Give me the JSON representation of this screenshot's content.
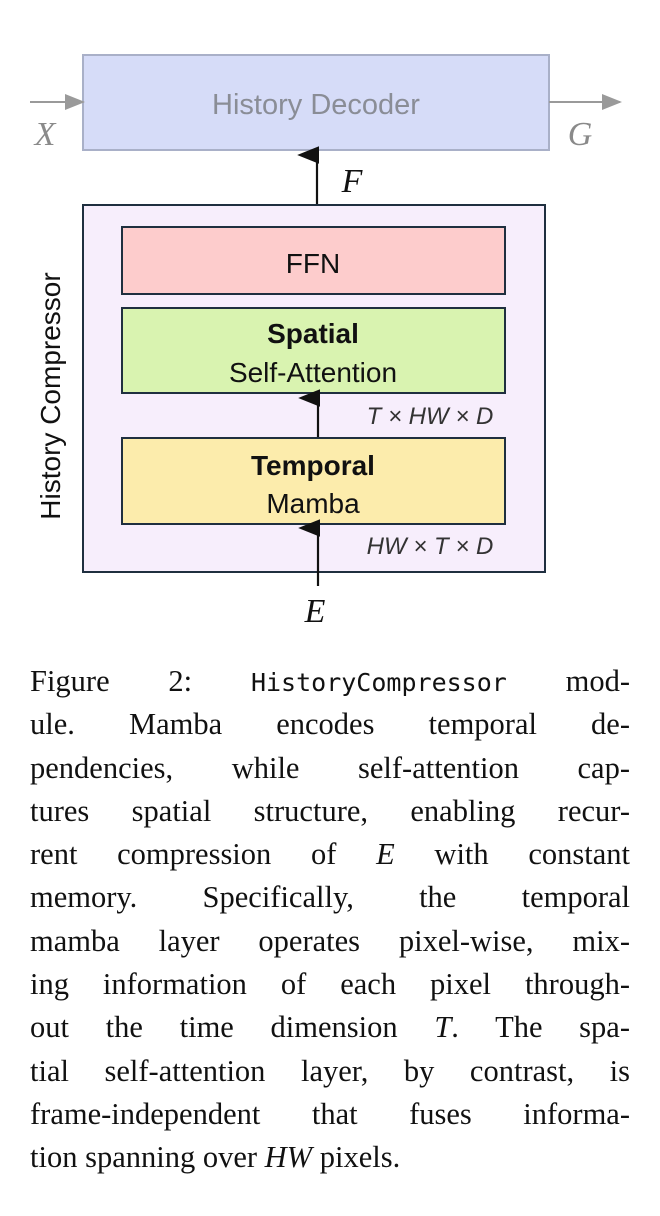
{
  "decoder": {
    "label": "History Decoder",
    "input": "X",
    "output": "G",
    "fill": "#d6dcf8",
    "stroke": "#a9b0c8",
    "text_color": "#8a8d96"
  },
  "compressor": {
    "label": "History Compressor",
    "fill": "#f7eefc",
    "stroke": "#1f2f3f",
    "output": "F",
    "input": "E",
    "ffn": {
      "label": "FFN",
      "fill": "#fdcccc"
    },
    "spatial": {
      "title": "Spatial",
      "subtitle": "Self-Attention",
      "fill": "#d9f3b0",
      "dims": "T × HW × D"
    },
    "temporal": {
      "title": "Temporal",
      "subtitle": "Mamba",
      "fill": "#fcecac",
      "dims": "HW × T × D"
    }
  },
  "caption": {
    "lines": [
      [
        "Figure 2: ",
        {
          "mono": "HistoryCompressor"
        },
        " mod-"
      ],
      [
        "ule.  Mamba encodes temporal de-"
      ],
      [
        "pendencies, while self-attention cap-"
      ],
      [
        "tures spatial structure, enabling recur-"
      ],
      [
        "rent compression of ",
        {
          "it": "E"
        },
        " with constant"
      ],
      [
        "memory.  Specifically, the temporal"
      ],
      [
        "mamba layer operates pixel-wise, mix-"
      ],
      [
        "ing information of each pixel through-"
      ],
      [
        "out the time dimension ",
        {
          "it": "T"
        },
        ".  The spa-"
      ],
      [
        "tial self-attention layer, by contrast, is"
      ],
      [
        "frame-independent that fuses informa-"
      ],
      [
        "tion spanning over ",
        {
          "it": "HW"
        },
        " pixels."
      ]
    ]
  }
}
